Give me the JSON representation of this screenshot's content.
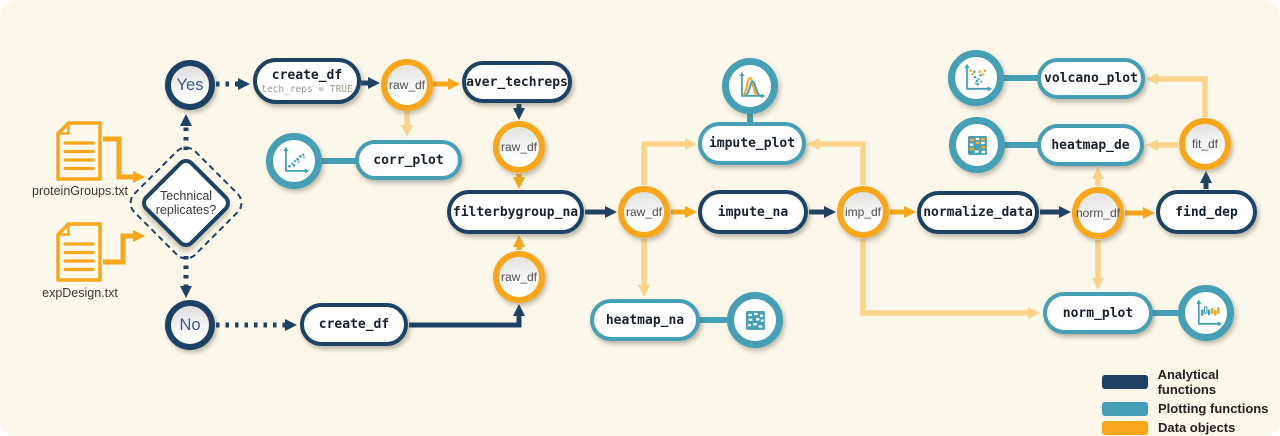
{
  "palette": {
    "background": "#fbf7ea",
    "navy": "#1e4164",
    "teal": "#45a0b5",
    "orange": "#f8a71b",
    "pale_orange": "#fbd48c"
  },
  "inputs": {
    "file_top": "proteinGroups.txt",
    "file_bottom": "expDesign.txt"
  },
  "decision": {
    "question_line1": "Technical",
    "question_line2": "replicates?",
    "yes_label": "Yes",
    "no_label": "No"
  },
  "functions": {
    "create_df_top": {
      "label": "create_df",
      "subtitle": "tech_reps = TRUE"
    },
    "aver_techreps": {
      "label": "aver_techreps"
    },
    "corr_plot": {
      "label": "corr_plot"
    },
    "filterbygroup_na": {
      "label": "filterbygroup_na"
    },
    "create_df_bottom": {
      "label": "create_df"
    },
    "impute_plot": {
      "label": "impute_plot"
    },
    "impute_na": {
      "label": "impute_na"
    },
    "heatmap_na": {
      "label": "heatmap_na"
    },
    "normalize_data": {
      "label": "normalize_data"
    },
    "find_dep": {
      "label": "find_dep"
    },
    "volcano_plot": {
      "label": "volcano_plot"
    },
    "heatmap_de": {
      "label": "heatmap_de"
    },
    "norm_plot": {
      "label": "norm_plot"
    }
  },
  "data_objects": {
    "raw_df": "raw_df",
    "imp_df": "imp_df",
    "norm_df": "norm_df",
    "fit_df": "fit_df"
  },
  "icons": {
    "corr_plot": "scatter-plot-icon",
    "impute_plot": "density-curves-icon",
    "heatmap_na": "heatmap-grid-icon",
    "volcano_plot": "volcano-scatter-icon",
    "heatmap_de": "heatmap-grid-icon",
    "norm_plot": "distribution-strips-icon",
    "input_files": "document-icon"
  },
  "legend": {
    "items": [
      {
        "label": "Analytical functions",
        "color": "#1e4164"
      },
      {
        "label": "Plotting functions",
        "color": "#45a0b5"
      },
      {
        "label": "Data objects",
        "color": "#f8a71b"
      }
    ]
  }
}
